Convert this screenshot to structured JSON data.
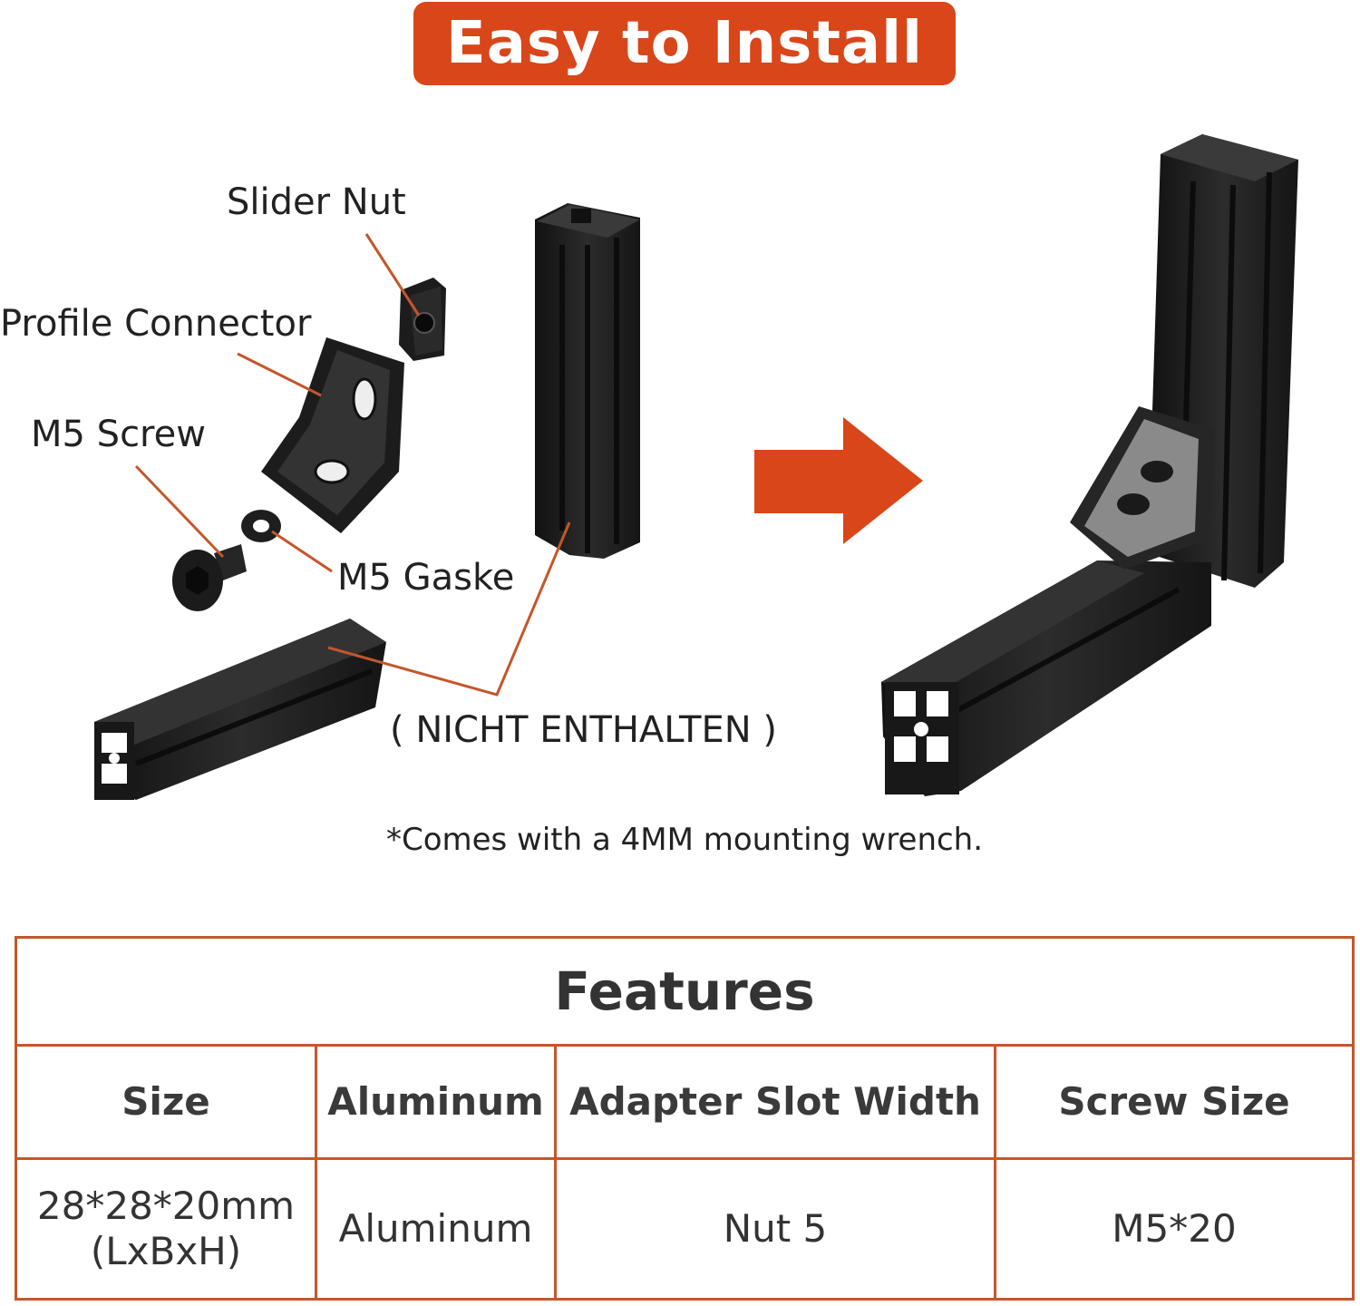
{
  "banner": {
    "title": "Easy to Install"
  },
  "labels": {
    "slider_nut": "Slider Nut",
    "profile_connector": "Profile Connector",
    "m5_screw": "M5 Screw",
    "m5_gaske": "M5 Gaske",
    "nicht_enthalten": "( NICHT ENTHALTEN )"
  },
  "note": "*Comes with a 4MM mounting wrench.",
  "features": {
    "title": "Features",
    "headers": [
      "Size",
      "Aluminum",
      "Adapter Slot Width",
      "Screw Size"
    ],
    "values": [
      "28*28*20mm\n(LxBxH)",
      "Aluminum",
      "Nut 5",
      "M5*20"
    ]
  },
  "colors": {
    "accent": "#d9461a",
    "table_border": "#c4572a",
    "part": "#1e1e1e"
  },
  "icons": [
    "right-arrow-icon"
  ]
}
